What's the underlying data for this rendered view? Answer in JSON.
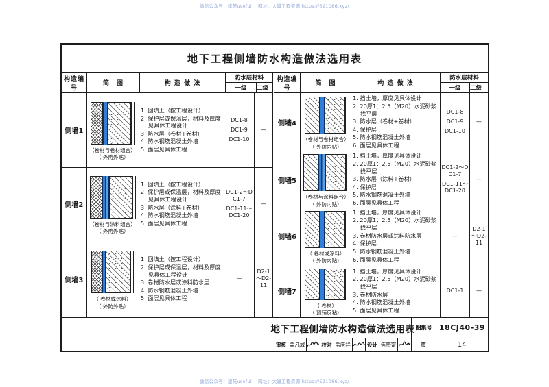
{
  "watermark": "微信公众号：建苑useful　 网址：大量工程资源 https://521086.xyz/",
  "title": "地下工程侧墙防水构造做法选用表",
  "header": {
    "col_number": "构造编号",
    "col_diagram": "简　图",
    "col_method": "构 造 做 法",
    "col_material": "防水层材料",
    "col_grade1": "一级",
    "col_grade2": "二级"
  },
  "rows": [
    {
      "id": "侧墙1",
      "captions": [
        "（卷材与卷材组合）",
        "（ 外防外贴）"
      ],
      "steps": [
        "1.  回填土（按工程设计）",
        "2.  保护层或保温层，材料及厚度见具体工程设计",
        "3.  防水层（卷材+卷材）",
        "4.  防水钢筋混凝土外墙",
        "5.  面层见具体工程"
      ],
      "grade1": [
        "DC1-8",
        "DC1-9",
        "DC1-10"
      ],
      "grade2": [
        "—"
      ]
    },
    {
      "id": "侧墙2",
      "captions": [
        "（卷材与涂料组合）",
        "（ 外防外贴）"
      ],
      "steps": [
        "1.  回填土（按工程设计）",
        "2.  保护层或保温层，材料及厚度见具体工程设计",
        "3.  防水层（涂料+卷材）",
        "4.  防水钢筋混凝土外墙",
        "5.  面层见具体工程"
      ],
      "grade1": [
        "DC1-2～DC1-7",
        "DC1-11～DC1-20"
      ],
      "grade2": [
        "—"
      ]
    },
    {
      "id": "侧墙3",
      "captions": [
        "（ 卷材或涂料）",
        "（ 外防外贴）"
      ],
      "steps": [
        "1.  回填土（按工程设计）",
        "2.  保护层或保温层，材料及厚度见具体工程设计",
        "3.  卷材防水层或涂料防水层",
        "4.  防水钢筋混凝土外墙",
        "5.  面层见具体工程"
      ],
      "grade1": [
        "—"
      ],
      "grade2": [
        "D2-1～D2-11"
      ]
    },
    {
      "id": "侧墙4",
      "captions": [
        "（卷材与卷材组合）",
        "（ 外防内贴）"
      ],
      "steps": [
        "1.  挡土墙，厚度见具体设计",
        "2.  20厚1：2.5（M20）水泥砂浆找平层",
        "3.  防水层（卷材+卷材）",
        "4.  保护层",
        "5.  防水钢筋混凝土外墙",
        "6.  面层见具体工程"
      ],
      "grade1": [
        "DC1-8",
        "DC1-9",
        "DC1-10"
      ],
      "grade2": [
        "—"
      ]
    },
    {
      "id": "侧墙5",
      "captions": [
        "（卷材与涂料组合）",
        "（ 外防内贴）"
      ],
      "steps": [
        "1.  挡土墙，厚度见具体设计",
        "2.  20厚1：2.5（M20）水泥砂浆找平层",
        "3.  防水层（涂料+卷材）",
        "4.  保护层",
        "5.  防水钢筋混凝土外墙",
        "6.  面层见具体工程"
      ],
      "grade1": [
        "DC1-2～DC1-7",
        "DC1-11～DC1-20"
      ],
      "grade2": [
        "—"
      ]
    },
    {
      "id": "侧墙6",
      "captions": [
        "（ 卷材或涂料）",
        "（ 外防内贴）"
      ],
      "steps": [
        "1.  挡土墙，厚度见具体设计",
        "2.  20厚1：2.5（M20）水泥砂浆找平层",
        "3.  卷材防水层或涂料防水层",
        "4.  保护层",
        "5.  防水钢筋混凝土外墙",
        "6.  面层见具体工程"
      ],
      "grade1": [
        "—"
      ],
      "grade2": [
        "D2-1～D2-11"
      ]
    },
    {
      "id": "侧墙7",
      "captions": [
        "（ 卷材）",
        "（ 预铺反粘）"
      ],
      "steps": [
        "1.  挡土墙，厚度见具体设计",
        "2.  20厚1：2.5（M20）水泥砂浆找平层",
        "3.  卷材防水层",
        "4.  防水钢筋混凝土外墙",
        "5.  面层见具体工程"
      ],
      "grade1": [
        "DC1-1"
      ],
      "grade2": [
        "—"
      ]
    }
  ],
  "footer": {
    "title": "地下工程侧墙防水构造做法选用表",
    "atlas_label": "图集号",
    "atlas_no": "18CJ40-39",
    "review_label": "审核",
    "review_name": "孟凡城",
    "check_label": "校对",
    "check_name": "孟庆祥",
    "design_label": "设计",
    "design_name": "焦赟甯",
    "page_label": "页",
    "page_no": "14"
  },
  "colors": {
    "line": "#1c1c1c",
    "waterproof_blue": "#2f7fd8",
    "watermark_blue": "#93a9d9"
  }
}
